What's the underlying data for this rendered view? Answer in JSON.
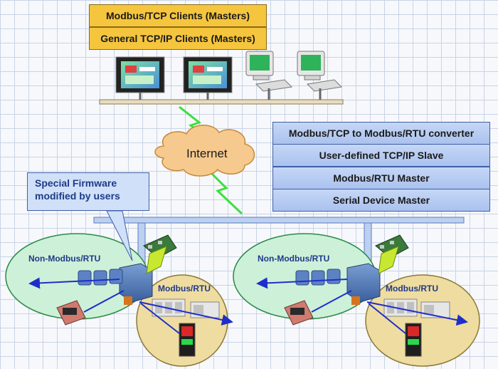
{
  "clients": {
    "modbus_tcp": "Modbus/TCP Clients (Masters)",
    "general_tcp": "General TCP/IP Clients (Masters)"
  },
  "internet": "Internet",
  "features": [
    "Modbus/TCP to Modbus/RTU converter",
    "User-defined TCP/IP Slave",
    "Modbus/RTU Master",
    "Serial Device Master"
  ],
  "callout": {
    "line1": "Special Firmware",
    "line2": "modified by users"
  },
  "networks": {
    "left_non_modbus": "Non-Modbus/RTU",
    "left_modbus": "Modbus/RTU",
    "right_non_modbus": "Non-Modbus/RTU",
    "right_modbus": "Modbus/RTU"
  },
  "colors": {
    "client_box": "#f5c53e",
    "feature_box": "#b4c9f0",
    "non_modbus_zone": "#cdf0d8",
    "modbus_zone": "#efdca0",
    "lightning": "#3de03d",
    "arrow": "#1e2fc9"
  }
}
